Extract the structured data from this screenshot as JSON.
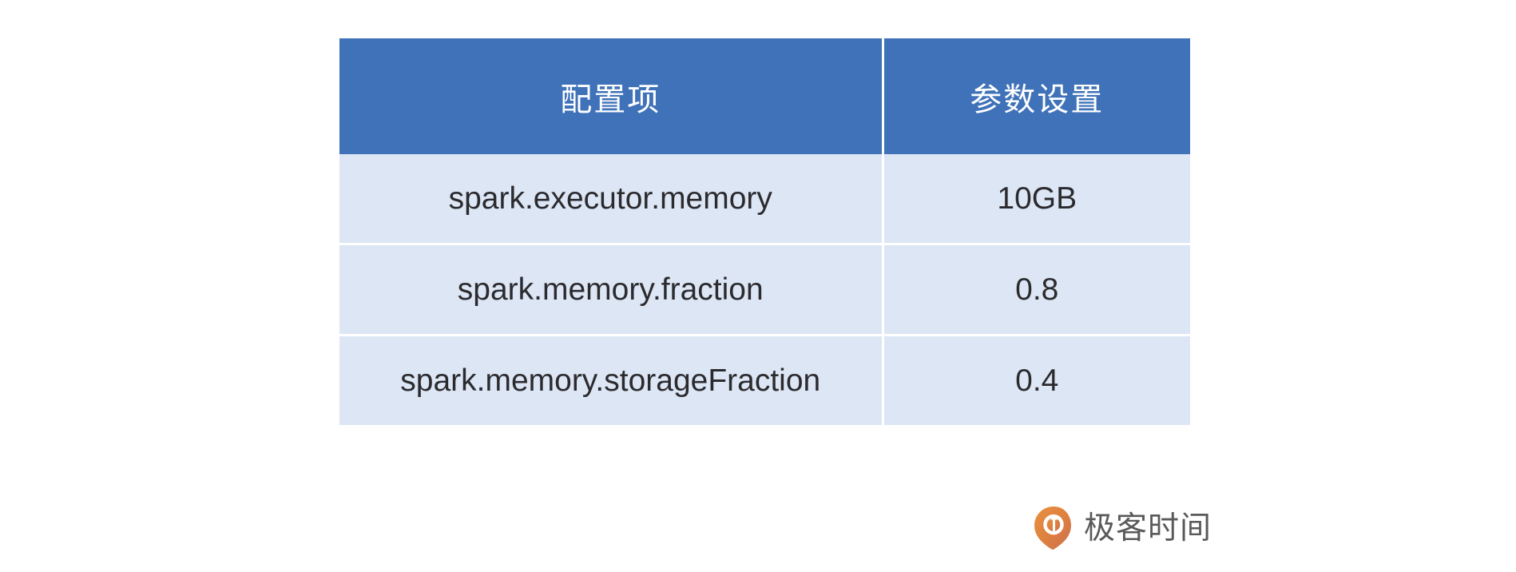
{
  "table": {
    "columns": [
      {
        "key": "item",
        "header": "配置项"
      },
      {
        "key": "value",
        "header": "参数设置"
      }
    ],
    "rows": [
      {
        "item": "spark.executor.memory",
        "value": "10GB"
      },
      {
        "item": "spark.memory.fraction",
        "value": "0.8"
      },
      {
        "item": "spark.memory.storageFraction",
        "value": "0.4"
      }
    ]
  },
  "brand": {
    "name": "极客时间",
    "mark_icon": "geektime-drop-icon"
  },
  "colors": {
    "header_bg": "#3F72B8",
    "header_text": "#FFFFFF",
    "cell_bg": "#DDE6F4",
    "cell_text": "#2B2B2F",
    "grid_line": "#FFFFFF",
    "page_bg": "#FFFFFF",
    "brand_orange": "#E2823C",
    "brand_text": "#5A5A5A"
  }
}
